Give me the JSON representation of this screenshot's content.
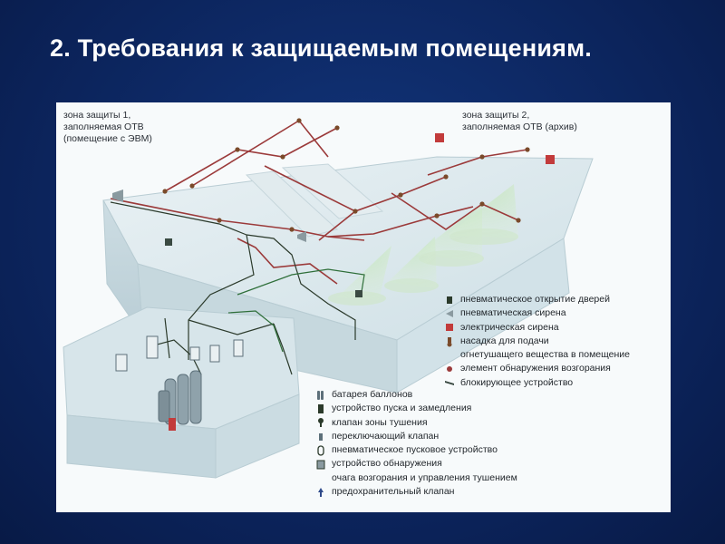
{
  "title": "2. Требования к защищаемым помещениям.",
  "zone1": {
    "line1": "зона защиты 1,",
    "line2": "заполняемая ОТВ",
    "line3": "(помещение с ЭВМ)"
  },
  "zone2": {
    "line1": "зона защиты 2,",
    "line2": "заполняемая ОТВ (архив)"
  },
  "legend_right": [
    {
      "icon": "door-opener-icon",
      "label": "пневматическое открытие дверей"
    },
    {
      "icon": "pneumatic-siren-icon",
      "label": "пневматическая сирена"
    },
    {
      "icon": "electric-siren-icon",
      "label": "электрическая сирена"
    },
    {
      "icon": "nozzle-icon",
      "label": "насадка для подачи"
    },
    {
      "icon": "",
      "label": "огнетушащего вещества в помещение"
    },
    {
      "icon": "detector-element-icon",
      "label": "элемент обнаружения возгорания"
    },
    {
      "icon": "blocking-device-icon",
      "label": "блокирующее устройство"
    }
  ],
  "legend_left": [
    {
      "icon": "cylinder-battery-icon",
      "label": "батарея баллонов"
    },
    {
      "icon": "start-delay-device-icon",
      "label": "устройство пуска и замедления"
    },
    {
      "icon": "zone-valve-icon",
      "label": "клапан зоны тушения"
    },
    {
      "icon": "switch-valve-icon",
      "label": "переключающий клапан"
    },
    {
      "icon": "pneumatic-start-icon",
      "label": "пневматическое пусковое устройство"
    },
    {
      "icon": "detection-device-icon",
      "label": "устройство обнаружения"
    },
    {
      "icon": "",
      "label": "очага возгорания и управления тушением"
    },
    {
      "icon": "safety-valve-icon",
      "label": "предохранительный клапан"
    }
  ],
  "colors": {
    "background": "#0d2a66",
    "title": "#ffffff",
    "pipe": "#9b3a3a",
    "line": "#2b3a2b",
    "pneumatic": "#2f6f3a",
    "room": "#dbe8ec",
    "spray": "#cfe7c8"
  }
}
